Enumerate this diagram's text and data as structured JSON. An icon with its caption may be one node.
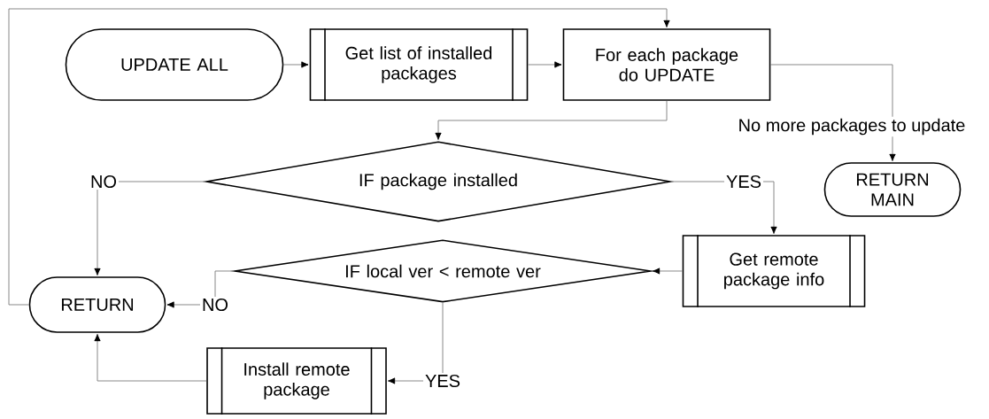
{
  "diagram": {
    "nodes": [
      {
        "text": [
          "UPDATE ALL"
        ]
      },
      {
        "text": [
          "Get list of installed packages"
        ]
      },
      {
        "text": [
          "For each package do UPDATE"
        ]
      },
      {
        "text": [
          "IF package installed"
        ]
      },
      {
        "text": [
          "RETURN MAIN"
        ]
      },
      {
        "text": [
          "Get remote package info"
        ]
      },
      {
        "text": [
          "IF local ver < remote ver"
        ]
      },
      {
        "text": [
          "RETURN"
        ]
      },
      {
        "text": [
          "Install remote package"
        ]
      }
    ],
    "edges": [
      {
        "from": 0,
        "to": 1,
        "arrow": "to"
      },
      {
        "from": 1,
        "to": 2,
        "arrow": "to"
      },
      {
        "from": 2,
        "to": 3,
        "arrow": "to"
      },
      {
        "from": 2,
        "to": 4,
        "arrow": "to",
        "label": "No more packages to update"
      },
      {
        "from": 3,
        "to": 7,
        "arrow": "to",
        "label": "NO"
      },
      {
        "from": 3,
        "to": 5,
        "arrow": "to",
        "label": "YES"
      },
      {
        "from": 5,
        "to": 6,
        "arrow": "to"
      },
      {
        "from": 6,
        "to": 7,
        "arrow": "to",
        "label": "NO"
      },
      {
        "from": 6,
        "to": 8,
        "arrow": "to",
        "label": "YES"
      },
      {
        "from": 8,
        "to": 7,
        "arrow": "to"
      },
      {
        "from": 7,
        "to": 2,
        "arrow": "to"
      }
    ]
  }
}
